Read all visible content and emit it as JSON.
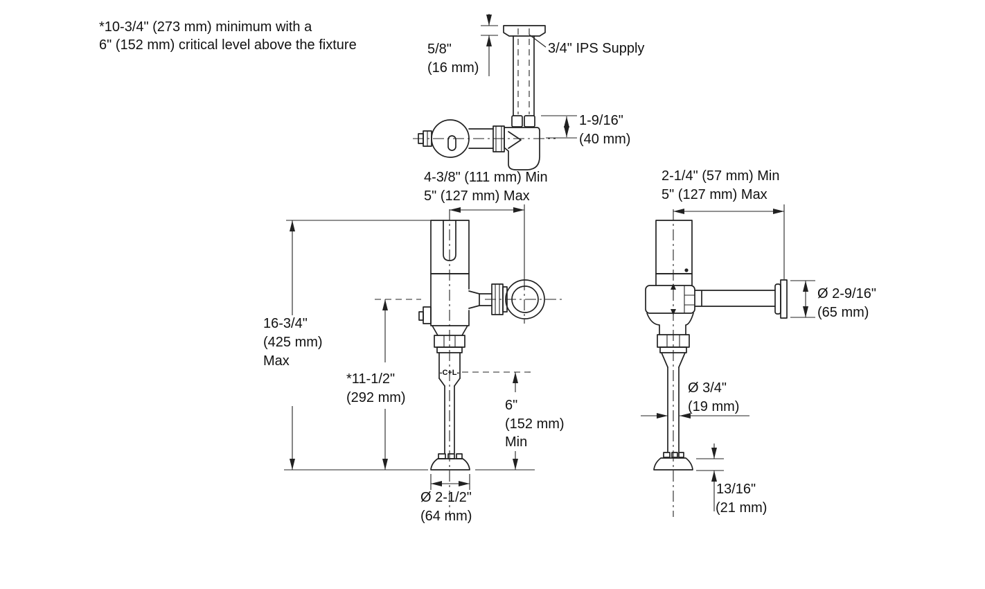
{
  "colors": {
    "line": "#212121",
    "text": "#111111",
    "background": "#ffffff"
  },
  "note": {
    "line1": "*10-3/4\" (273 mm) minimum with a",
    "line2": "6\" (152 mm) critical level above the fixture"
  },
  "top_view": {
    "supply_label": "3/4\" IPS Supply",
    "dim_flange_offset": {
      "line1": "5/8\"",
      "line2": "(16 mm)"
    },
    "dim_outlet_to_centerline": {
      "line1": "1-9/16\"",
      "line2": "(40 mm)"
    }
  },
  "front_view": {
    "dim_valve_to_supply": {
      "line1": "4-3/8\" (111 mm) Min",
      "line2": "5\" (127 mm) Max"
    },
    "dim_overall_height": {
      "line1": "16-3/4\"",
      "line2": "(425 mm)",
      "line3": "Max"
    },
    "dim_centerline_height": {
      "line1": "*11-1/2\"",
      "line2": "(292 mm)"
    },
    "dim_critical_level": {
      "line1": "6\"",
      "line2": "(152 mm)",
      "line3": "Min"
    },
    "dim_base_diameter": {
      "line1": "Ø 2-1/2\"",
      "line2": "(64 mm)"
    },
    "cl_marking": "-C+L-"
  },
  "side_view": {
    "dim_valve_to_wall": {
      "line1": "2-1/4\" (57 mm) Min",
      "line2": "5\" (127 mm) Max"
    },
    "dim_flange_diameter": {
      "line1": "Ø 2-9/16\"",
      "line2": "(65 mm)"
    },
    "dim_tube_diameter": {
      "line1": "Ø 3/4\"",
      "line2": "(19 mm)"
    },
    "dim_spud_height": {
      "line1": "13/16\"",
      "line2": "(21 mm)"
    }
  }
}
